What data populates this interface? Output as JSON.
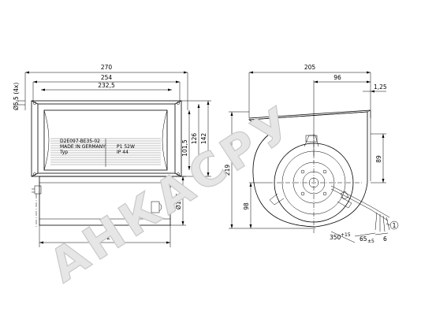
{
  "front_view": {
    "dim_overall_width": "270",
    "dim_mount_width": "254",
    "dim_inner_width": "232,5",
    "dim_hole": "Ø5,5 (4x)",
    "dim_outlet_inner_height": "101,5",
    "dim_outlet_mid_height": "126",
    "dim_outlet_height": "142",
    "dim_diameter": "Ø117",
    "dim_bottom_width": "232",
    "label_rows": [
      "D2E097-BE35-02",
      "MADE IN GERMANY",
      "Typ",
      "P1 52W",
      "IP 44"
    ]
  },
  "side_view": {
    "dim_width": "205",
    "dim_offset": "96",
    "dim_flange": "1,25",
    "dim_height": "219",
    "dim_outlet": "89",
    "dim_center_height": "98",
    "dim_cable_length": "350",
    "dim_cable_length_tol": "+15",
    "dim_cable_strip": "65",
    "dim_cable_strip_tol": "±5",
    "dim_cable_end": "6",
    "callout_number": "1"
  },
  "watermark": {
    "text": "АНКАСРУ"
  },
  "colors": {
    "line": "#000000",
    "watermark_fill": "#e6e6e6",
    "watermark_stroke": "#c9c9c9"
  }
}
